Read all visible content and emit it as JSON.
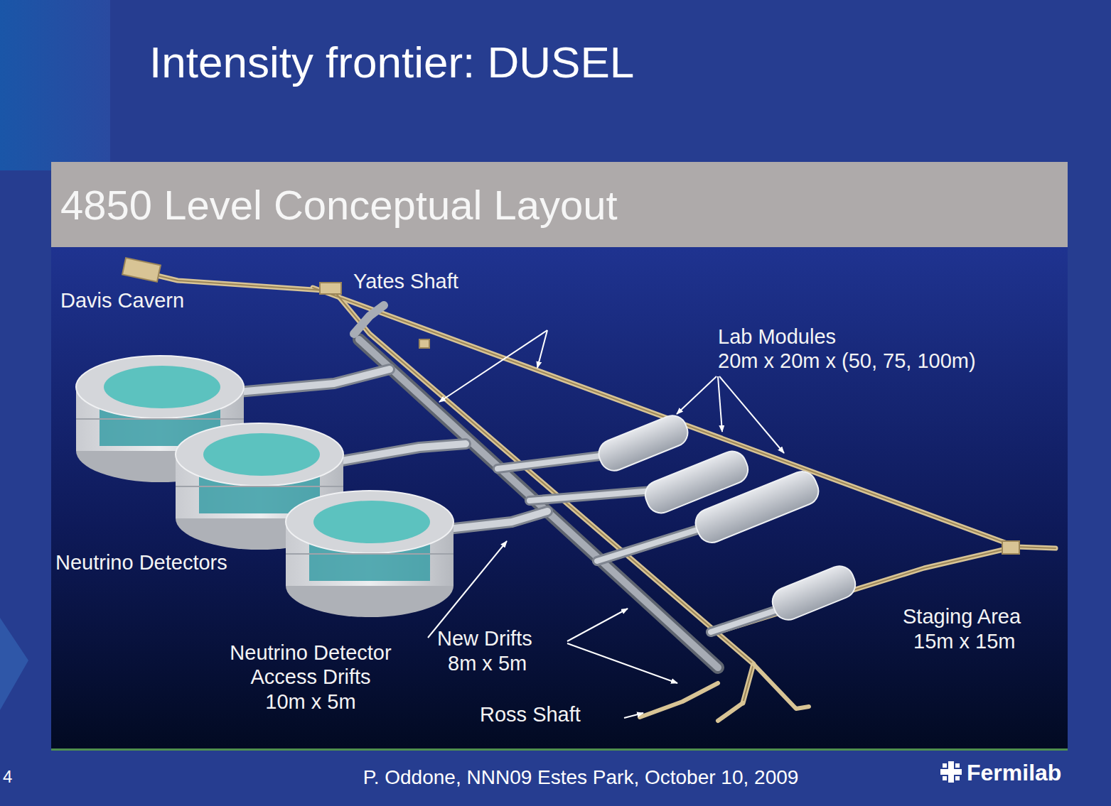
{
  "diagram": {
    "title": "Intensity frontier: DUSEL",
    "nodes": [
      {
        "text": [
          "4850 Level Conceptual Layout"
        ]
      }
    ],
    "labels": [
      "Davis Cavern",
      "Yates Shaft",
      "Lab Modules",
      "20m x 20m x (50, 75, 100m)",
      "Neutrino Detectors",
      "Neutrino Detector Access Drifts",
      "10m x 5m",
      "New Drifts",
      "8m x 5m",
      "Staging Area",
      "15m x 15m",
      "Ross Shaft",
      "P. Oddone, NNN09 Estes Park, October 10, 2009",
      "Fermilab",
      "4"
    ]
  }
}
